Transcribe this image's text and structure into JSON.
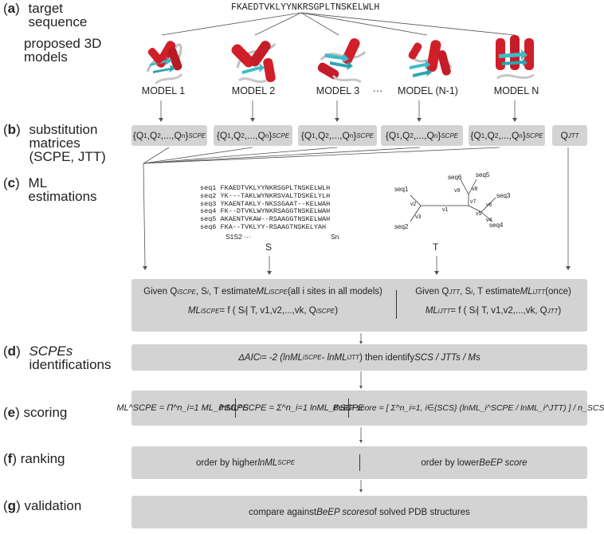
{
  "labels": {
    "a": {
      "letter": "a",
      "line1": "target",
      "line2": "sequence",
      "line3": "proposed 3D",
      "line4": "models"
    },
    "b": {
      "letter": "b",
      "line1": "substitution",
      "line2": "matrices",
      "line3": "(SCPE, JTT)"
    },
    "c": {
      "letter": "c",
      "line1": "ML",
      "line2": "estimations"
    },
    "d": {
      "letter": "d",
      "line1": "SCPEs",
      "line2": "identifications"
    },
    "e": {
      "letter": "e",
      "line1": "scoring"
    },
    "f": {
      "letter": "f",
      "line1": "ranking"
    },
    "g": {
      "letter": "g",
      "line1": "validation"
    }
  },
  "target_sequence": "FKAEDTVKLYYNKRSGPLTNSKELWLH",
  "models": [
    "MODEL 1",
    "MODEL 2",
    "MODEL 3",
    "···",
    "MODEL (N-1)",
    "MODEL N"
  ],
  "matrix": {
    "q": "Q",
    "comma": ",",
    "sub1": "1",
    "sub2": "2",
    "dots": "...,",
    "subn": "n",
    "sup": "SCPE",
    "jtt_sup": "JTT"
  },
  "alignment": {
    "names": [
      "seq1",
      "seq2",
      "seq3",
      "seq4",
      "seq5",
      "seq6"
    ],
    "rows": [
      "FKAEDTVKLYYNKRSGPLTNSKELWLH",
      "YK---TAKLWYNKRSVALTDSKELYLH",
      "YKAENTAKLY-NKSSGAAT--KELWAH",
      "FK--DTVKLWYNKRSAGGTNSKELWAH",
      "AKAENTVKAW--RSAAGGTNSKELWAH",
      "FKA--TVKLYY-RSAAGTNSKELYAH"
    ],
    "sites_left": "S1S2 ···",
    "site_n": "Sn",
    "label": "S"
  },
  "tree": {
    "label": "T",
    "leaves": [
      "seq1",
      "seq2",
      "seq3",
      "seq4",
      "seq5",
      "seq6"
    ],
    "branches": [
      "v1",
      "v2",
      "v3",
      "v4",
      "v5",
      "v6",
      "v7",
      "v8",
      "v9"
    ]
  },
  "ml_box": {
    "left_line1_pre": "Given Q",
    "left_line1_mid": ", S",
    "left_line1_post": ", T estimate ",
    "ml": "ML",
    "i": "i",
    "scpe": "SCPE",
    "jtt": "JTT",
    "left_line1_tail": " (all i sites in all models)",
    "left_line2_rest": " = f ( S",
    "left_line2_tail": " | T, v1,v2,...,vk, Q",
    "right_line1_pre": "Given Q",
    "right_line1_post": ", T estimate ",
    "right_line1_tail": " (once)",
    "right_line2_tail": " | T, v1,v2,...,vk, Q"
  },
  "aic_box": {
    "pre": "ΔAIC",
    "eq": " = -2 (lnML",
    "minus": " - lnML",
    "close": ") then identify ",
    "tail": "SCS / JTTs / Ms"
  },
  "scoring_box": {
    "f1": "ML^SCPE = Π^n_i=1 ML_i^SCPE",
    "f2": "lnML^SCPE = Σ^n_i=1 lnML_i^SCPE",
    "f3": "BeEP score = [ Σ^n_i=1, i∈{SCS} (lnML_i^SCPE / lnML_i^JTT) ] / n_SCS"
  },
  "ranking_box": {
    "left_pre": "order by higher ",
    "left_em": "lnML",
    "left_sup": "SCPE",
    "right_pre": "order by lower ",
    "right_em": "BeEP score"
  },
  "validation_box": {
    "pre": "compare against ",
    "em": "BeEP scores",
    "post": " of solved PDB structures"
  },
  "colors": {
    "box": "#d3d3d3",
    "helix": "#d11f2a",
    "strand": "#3bbcc7",
    "coil": "#c7c7c7"
  }
}
